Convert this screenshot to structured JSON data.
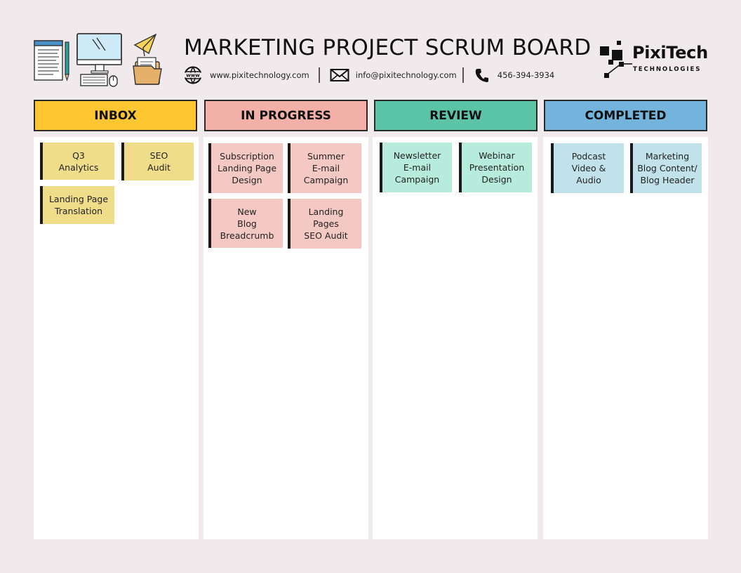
{
  "header": {
    "title": "MARKETING PROJECT SCRUM BOARD",
    "website": "www.pixitechnology.com",
    "email": "info@pixitechnology.com",
    "phone": "456-394-3934",
    "web_icon_text": "www"
  },
  "logo": {
    "name": "PixiTech",
    "subtitle": "TECHNOLOGIES"
  },
  "colors": {
    "inbox": "#fec732",
    "in_progress": "#f3b0a8",
    "review": "#5cc4a6",
    "completed": "#73b3dc",
    "inbox_card": "#efdd8a",
    "in_progress_card": "#f5c9c3",
    "review_card": "#b7ebdc",
    "completed_card": "#c2e2eb"
  },
  "columns": [
    {
      "title": "INBOX",
      "cards": [
        "Q3\nAnalytics",
        "SEO\nAudit",
        "Landing Page\nTranslation"
      ]
    },
    {
      "title": "IN PROGRESS",
      "cards": [
        "Subscription\nLanding Page\nDesign",
        "Summer\nE-mail\nCampaign",
        "New\nBlog\nBreadcrumb",
        "Landing\nPages\nSEO Audit"
      ]
    },
    {
      "title": "REVIEW",
      "cards": [
        "Newsletter\nE-mail\nCampaign",
        "Webinar\nPresentation\nDesign"
      ]
    },
    {
      "title": "COMPLETED",
      "cards": [
        "Podcast\nVideo &\nAudio",
        "Marketing\nBlog Content/\nBlog Header"
      ]
    }
  ]
}
